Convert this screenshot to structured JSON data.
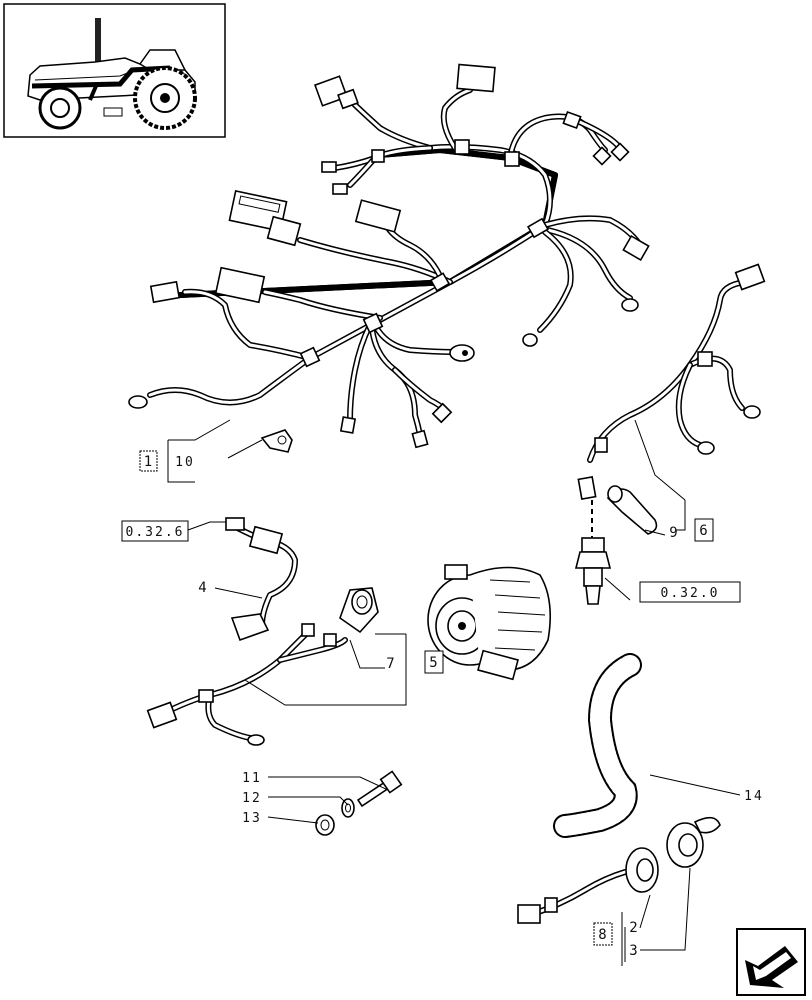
{
  "diagram": {
    "callouts": {
      "c1": "1",
      "c10": "10",
      "c0326": "0.32.6",
      "c4": "4",
      "c7": "7",
      "c5": "5",
      "c9": "9",
      "c6": "6",
      "c0320": "0.32.0",
      "c11": "11",
      "c12": "12",
      "c13": "13",
      "c14": "14",
      "c8": "8",
      "c2": "2",
      "c3": "3"
    },
    "icons": {
      "thumbnail": "tractor-thumbnail-icon",
      "nav": "next-page-arrow-icon"
    }
  }
}
